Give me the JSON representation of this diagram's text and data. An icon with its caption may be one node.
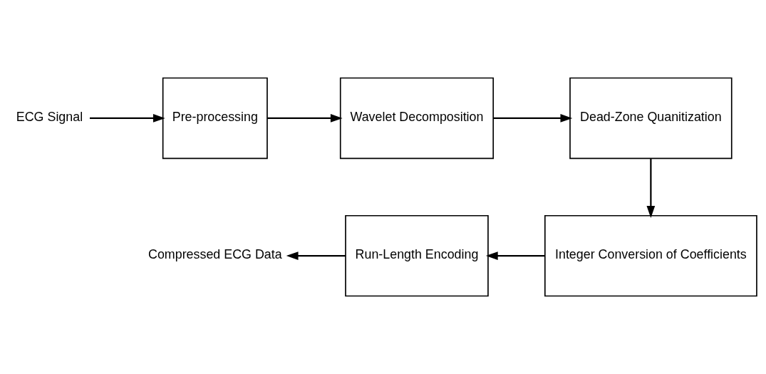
{
  "diagram": {
    "nodes": [
      {
        "text": [
          "ECG Signal"
        ]
      },
      {
        "text": [
          "Pre-processing"
        ]
      },
      {
        "text": [
          "Wavelet Decomposition"
        ]
      },
      {
        "text": [
          "Dead-Zone Quanitization"
        ]
      },
      {
        "text": [
          "Integer Conversion of Coefficients"
        ]
      },
      {
        "text": [
          "Run-Length Encoding"
        ]
      },
      {
        "text": [
          "Compressed ECG Data"
        ]
      }
    ],
    "edges": [
      {
        "from": 0,
        "to": 1,
        "arrow": "to"
      },
      {
        "from": 1,
        "to": 2,
        "arrow": "to"
      },
      {
        "from": 2,
        "to": 3,
        "arrow": "to"
      },
      {
        "from": 3,
        "to": 4,
        "arrow": "to"
      },
      {
        "from": 4,
        "to": 5,
        "arrow": "to"
      },
      {
        "from": 5,
        "to": 6,
        "arrow": "to"
      }
    ]
  }
}
